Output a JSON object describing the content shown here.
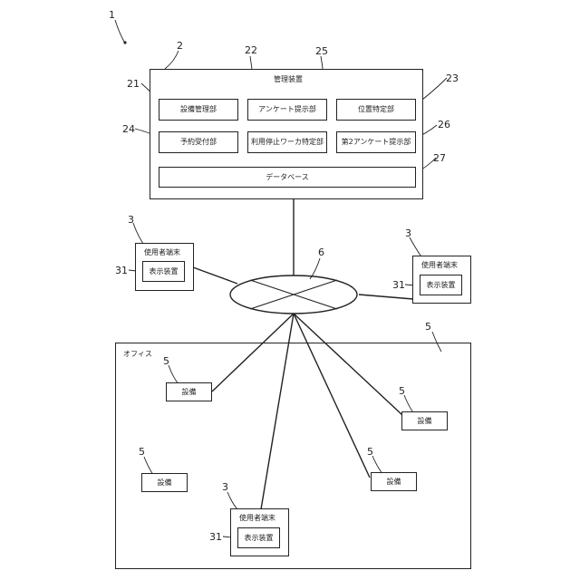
{
  "refs": {
    "system": "1",
    "management_device": "2",
    "equipment_management": "21",
    "survey_presentation": "22",
    "position_identification": "23",
    "reservation_reception": "24",
    "stop_worker_identification": "25",
    "second_survey_presentation": "26",
    "database": "27",
    "user_terminal": "3",
    "display_device": "31",
    "equipment": "5",
    "office": "5",
    "network": "6"
  },
  "management_device": {
    "title": "管理装置",
    "equipment_management": "設備管理部",
    "survey_presentation": "アンケート提示部",
    "position_identification": "位置特定部",
    "reservation_reception": "予約受付部",
    "stop_worker_identification": "利用停止ワーカ特定部",
    "second_survey_presentation": "第2アンケート提示部",
    "database": "データベース"
  },
  "user_terminal": {
    "title": "使用者端末",
    "display": "表示装置"
  },
  "office": {
    "title": "オフィス"
  },
  "equipment": {
    "label": "設備"
  }
}
